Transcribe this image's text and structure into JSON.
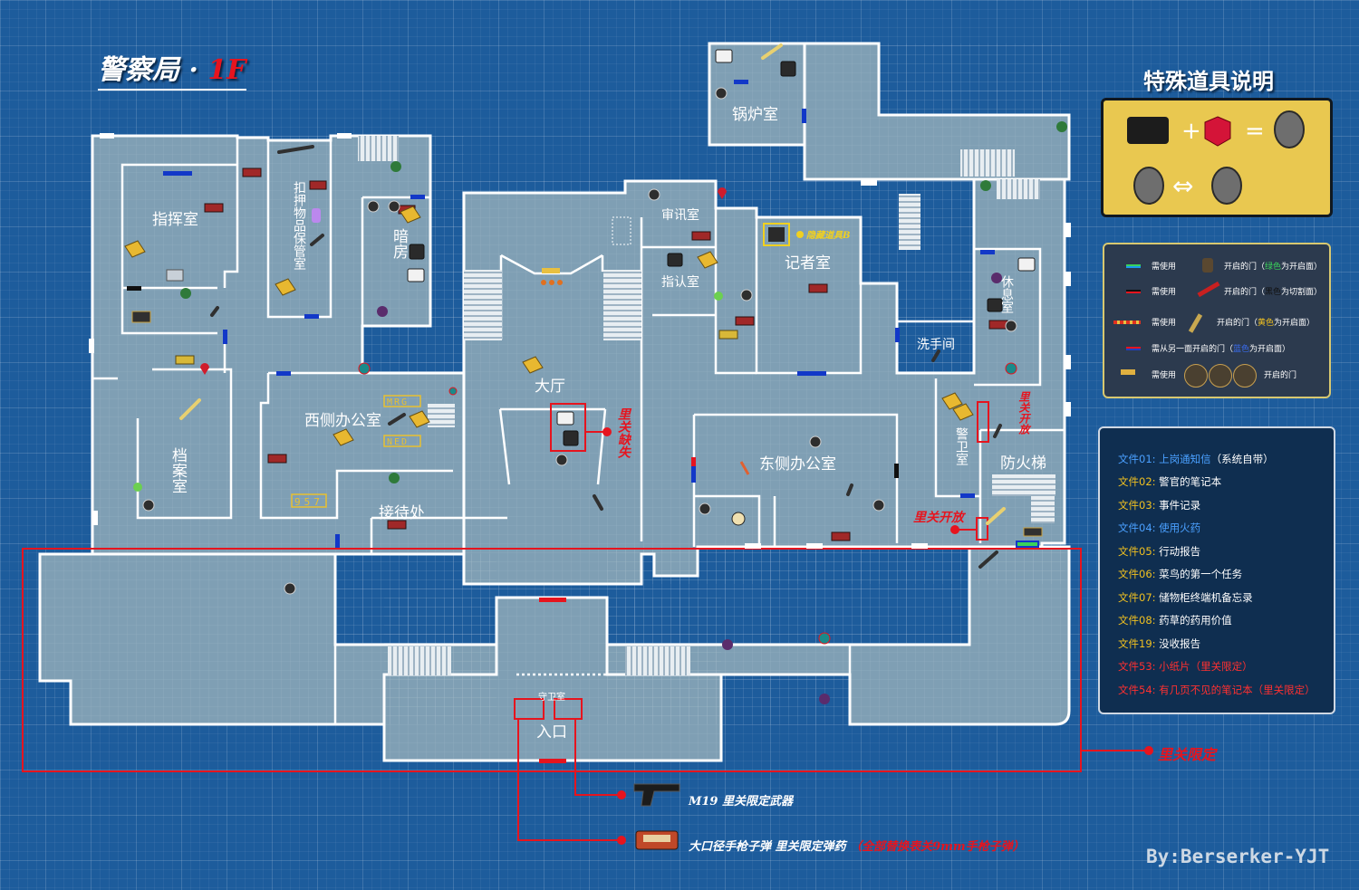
{
  "title": {
    "building": "警察局",
    "separator": "·",
    "floor": "1F"
  },
  "rooms": {
    "command": "指挥室",
    "evidence": "扣押物品保管室",
    "darkroom": "暗房",
    "archive": "档案室",
    "west_office": "西侧办公室",
    "reception": "接待处",
    "hall": "大厅",
    "boiler": "锅炉室",
    "interrogation": "审讯室",
    "observation": "指认室",
    "press": "记者室",
    "restroom": "洗手间",
    "lounge": "休息室",
    "guard": "警卫室",
    "fire_escape": "防火梯",
    "east_office": "东侧办公室",
    "sentry": "守卫室",
    "entrance": "入口"
  },
  "map_labels": {
    "hidden_item_b": "隐藏道具B",
    "missing_2nd": "里关缺失",
    "open_2nd_a": "里关开放",
    "open_2nd_b": "里关开放",
    "code_mrg": "MRG",
    "code_ned": "NED",
    "code_957": "957"
  },
  "special_items": {
    "title": "特殊道具说明",
    "plus": "+",
    "equals": "=",
    "swap": "⇔"
  },
  "legend": [
    {
      "swatch_color": "#1a9cf0",
      "need": "需使用",
      "desc_pre": "开启的门（",
      "desc_hl": "绿色",
      "desc_hl_color": "green",
      "desc_post": "为开启面）"
    },
    {
      "swatch_color": "#101010",
      "need": "需使用",
      "desc_pre": "开启的门（",
      "desc_hl": "黑色",
      "desc_hl_color": "black",
      "desc_post": "为切割面）"
    },
    {
      "swatch_color": "#e03020",
      "need": "需使用",
      "desc_pre": "开启的门（",
      "desc_hl": "黄色",
      "desc_hl_color": "yellow",
      "desc_post": "为开启面）"
    },
    {
      "swatch_color": "#2040c0",
      "need": "需从另一面开启的门（",
      "desc_pre": "",
      "desc_hl": "蓝色",
      "desc_hl_color": "blue",
      "desc_post": "为开启面）"
    },
    {
      "swatch_color": "#e0b040",
      "need": "需使用",
      "desc_pre": "开启的门",
      "desc_hl": "",
      "desc_hl_color": "",
      "desc_post": ""
    }
  ],
  "files": [
    {
      "id": "文件01:",
      "title": "上岗通知信",
      "note": "（系统自带）",
      "style": "blue"
    },
    {
      "id": "文件02:",
      "title": "警官的笔记本",
      "note": "",
      "style": "normal"
    },
    {
      "id": "文件03:",
      "title": "事件记录",
      "note": "",
      "style": "normal"
    },
    {
      "id": "文件04:",
      "title": "使用火药",
      "note": "",
      "style": "blue"
    },
    {
      "id": "文件05:",
      "title": "行动报告",
      "note": "",
      "style": "normal"
    },
    {
      "id": "文件06:",
      "title": "菜鸟的第一个任务",
      "note": "",
      "style": "normal"
    },
    {
      "id": "文件07:",
      "title": "储物柜终端机备忘录",
      "note": "",
      "style": "normal"
    },
    {
      "id": "文件08:",
      "title": "药草的药用价值",
      "note": "",
      "style": "normal"
    },
    {
      "id": "文件19:",
      "title": "没收报告",
      "note": "",
      "style": "normal"
    },
    {
      "id": "文件53:",
      "title": "小纸片（里关限定）",
      "note": "",
      "style": "red"
    },
    {
      "id": "文件54:",
      "title": "有几页不见的笔记本（里关限定）",
      "note": "",
      "style": "red"
    }
  ],
  "callouts": {
    "weapon": "M19  里关限定武器",
    "ammo_main": "大口径手枪子弹  里关限定弹药",
    "ammo_note": "（全部替换表关9mm手枪子弹）",
    "second_run_only": "里关限定"
  },
  "credit": "By:Berserker-YJT",
  "colors": {
    "background": "#1d5c9c",
    "floor": "#7f9fb4",
    "wall": "#ffffff",
    "highlight_red": "#e6141e",
    "door_blue": "#1238c8",
    "panel_yellow": "#e9c850"
  }
}
